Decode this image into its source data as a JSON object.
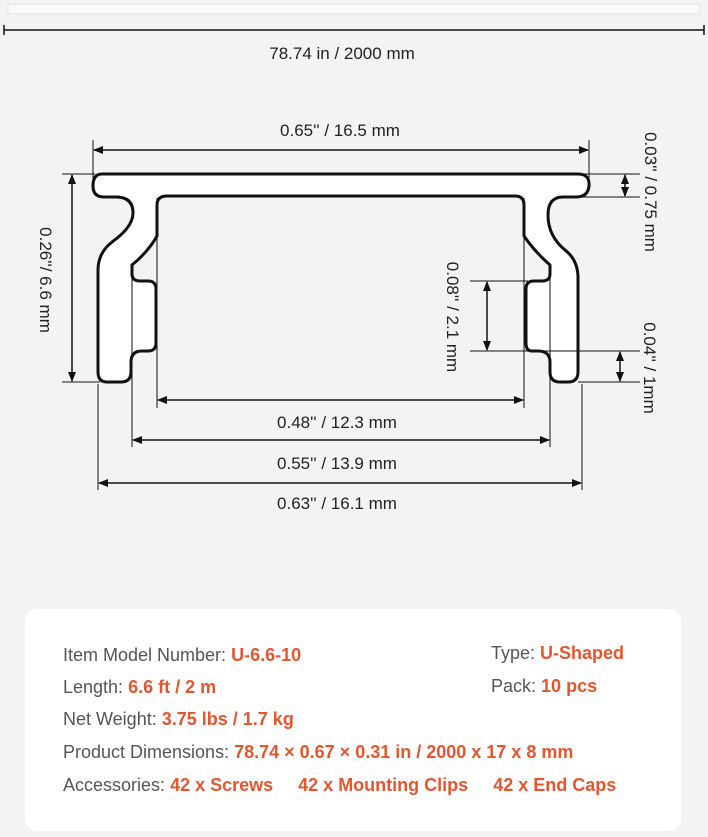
{
  "colors": {
    "accent": "#e8552d",
    "label": "#555555",
    "line": "#111111",
    "page_bg": "#f3f3f3",
    "card_bg": "#ffffff"
  },
  "dimensions": {
    "total_length": "78.74 in / 2000 mm",
    "top_width": "0.65'' / 16.5 mm",
    "height": "0.26''/ 6.6 mm",
    "lip_thickness": "0.03'' / 0.75 mm",
    "groove_height": "0.08'' / 2.1 mm",
    "foot_height": "0.04'' / 1mm",
    "inner_width": "0.48'' / 12.3 mm",
    "groove_width": "0.55'' / 13.9 mm",
    "bottom_width": "0.63'' / 16.1 mm"
  },
  "specs": {
    "model": {
      "label": "Item Model Number:",
      "value": "U-6.6-10"
    },
    "type": {
      "label": "Type:",
      "value": "U-Shaped"
    },
    "length": {
      "label": "Length:",
      "value": "6.6 ft / 2 m"
    },
    "pack": {
      "label": "Pack:",
      "value": "10 pcs"
    },
    "weight": {
      "label": "Net Weight:",
      "value": "3.75 lbs / 1.7 kg"
    },
    "dimensions": {
      "label": "Product Dimensions:",
      "value": "78.74 × 0.67 × 0.31 in / 2000 x 17 x 8 mm"
    },
    "accessories": {
      "label": "Accessories:",
      "items": [
        "42 x Screws",
        "42 x Mounting Clips",
        "42 x End Caps"
      ]
    }
  }
}
